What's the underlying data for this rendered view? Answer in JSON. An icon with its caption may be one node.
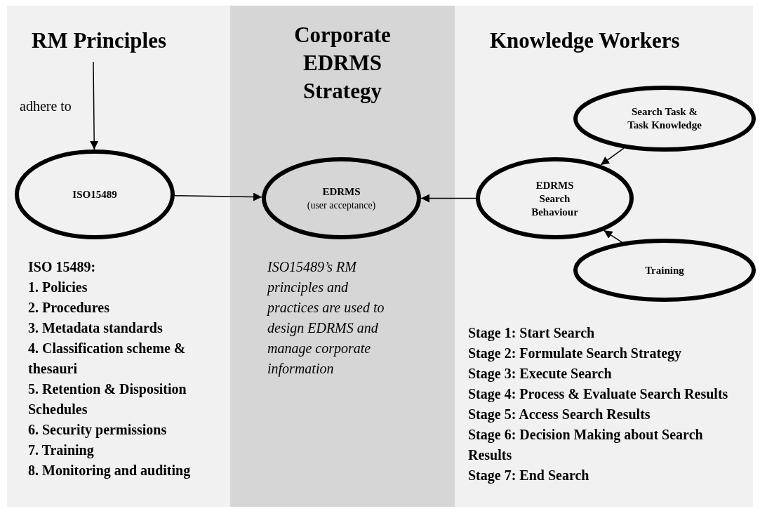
{
  "diagram": {
    "nodes": [
      {
        "text": [
          "RM Principles"
        ]
      },
      {
        "text": [
          "Corporate EDRMS Strategy"
        ]
      },
      {
        "text": [
          "Knowledge Workers"
        ]
      },
      {
        "text": [
          "ISO15489"
        ],
        "in": 0
      },
      {
        "text": [
          "EDRMS",
          "(user acceptance)"
        ],
        "in": 1
      },
      {
        "text": [
          "Search Task & Task Knowledge"
        ],
        "in": 2
      },
      {
        "text": [
          "EDRMS Search Behaviour"
        ],
        "in": 2
      },
      {
        "text": [
          "Training"
        ],
        "in": 2
      }
    ],
    "edges": [
      {
        "from": null,
        "to": 3,
        "arrow": "to",
        "label": "adhere to"
      },
      {
        "from": 3,
        "to": 4,
        "arrow": "to"
      },
      {
        "from": 6,
        "to": 4,
        "arrow": "to"
      },
      {
        "from": 5,
        "to": 6,
        "arrow": "to"
      },
      {
        "from": 7,
        "to": 6,
        "arrow": "to"
      }
    ],
    "labels": [
      "ISO 15489:",
      "1. Policies",
      "2. Procedures",
      "3. Metadata standards",
      "4. Classification scheme & thesauri",
      "5. Retention & Disposition Schedules",
      "6. Security permissions",
      "7. Training",
      "8. Monitoring and auditing",
      "ISO15489’s RM principles and practices are used to design EDRMS and manage corporate information",
      "Stage 1: Start Search",
      "Stage 2: Formulate Search Strategy",
      "Stage 3: Execute Search",
      "Stage 4: Process & Evaluate Search Results",
      "Stage 5: Access Search Results",
      "Stage 6: Decision Making about Search Results",
      "Stage 7: End Search"
    ]
  }
}
